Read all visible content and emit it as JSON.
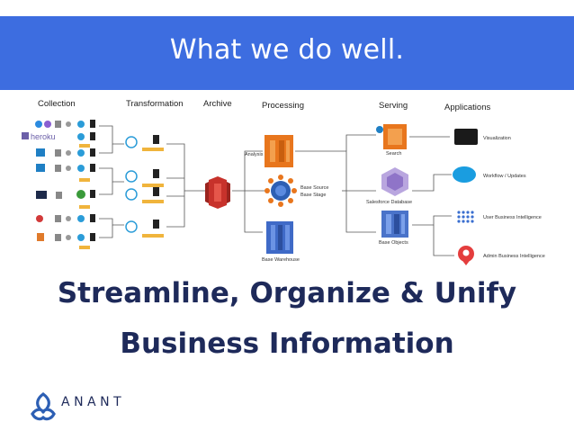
{
  "header": {
    "title": "What we do well."
  },
  "diagram": {
    "columns": {
      "collection": "Collection",
      "transformation": "Transformation",
      "archive": "Archive",
      "processing": "Processing",
      "serving": "Serving",
      "applications": "Applications"
    },
    "labels": {
      "heroku": "heroku",
      "analysis": "Analysis",
      "base_source": "Base Source",
      "base_stage": "Base Stage",
      "base_warehouse": "Base Warehouse",
      "search": "Search",
      "salesforce_database": "Salesforce Database",
      "base_objects": "Base Objects",
      "visualization": "Visualization",
      "workflow_updates": "Workflow / Updates",
      "user_bi": "User Business Intelligence",
      "admin_bi": "Admin Business Intelligence"
    }
  },
  "tagline": {
    "line1": "Streamline, Organize & Unify",
    "line2": "Business Information"
  },
  "brand": {
    "name": "ANANT"
  },
  "colors": {
    "banner": "#3d6de0",
    "headline": "#1e2a5a",
    "archive_red": "#c7322b",
    "processing_orange": "#e8761d",
    "serving_blue": "#4a73c9"
  }
}
